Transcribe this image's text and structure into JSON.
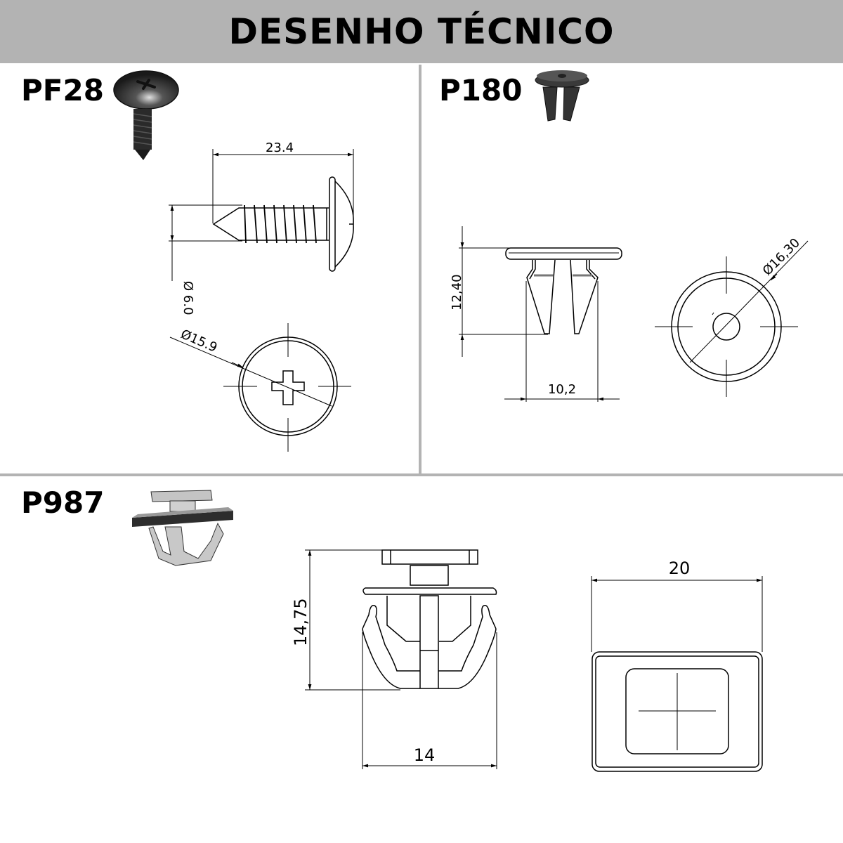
{
  "header": {
    "title": "DESENHO TÉCNICO",
    "background": "#b3b3b3"
  },
  "parts": [
    {
      "code": "PF28",
      "type": "phillips pan-head screw",
      "icon": "screw-render-icon",
      "dimensions": {
        "length": "23.4",
        "shank_diameter": "Ø 6.0",
        "head_diameter": "Ø15.9"
      }
    },
    {
      "code": "P180",
      "type": "push-in clip",
      "icon": "clip-render-icon",
      "dimensions": {
        "height": "12,40",
        "width": "10,2",
        "head_diameter": "Ø16,30"
      }
    },
    {
      "code": "P987",
      "type": "panel retainer clip",
      "icon": "retainer-render-icon",
      "dimensions": {
        "height": "14,75",
        "width": "14",
        "top_width": "20"
      }
    }
  ],
  "colors": {
    "divider": "#b3b3b3",
    "line": "#000000",
    "render_dark": "#2b2b2b",
    "render_light": "#c8c8c8"
  }
}
